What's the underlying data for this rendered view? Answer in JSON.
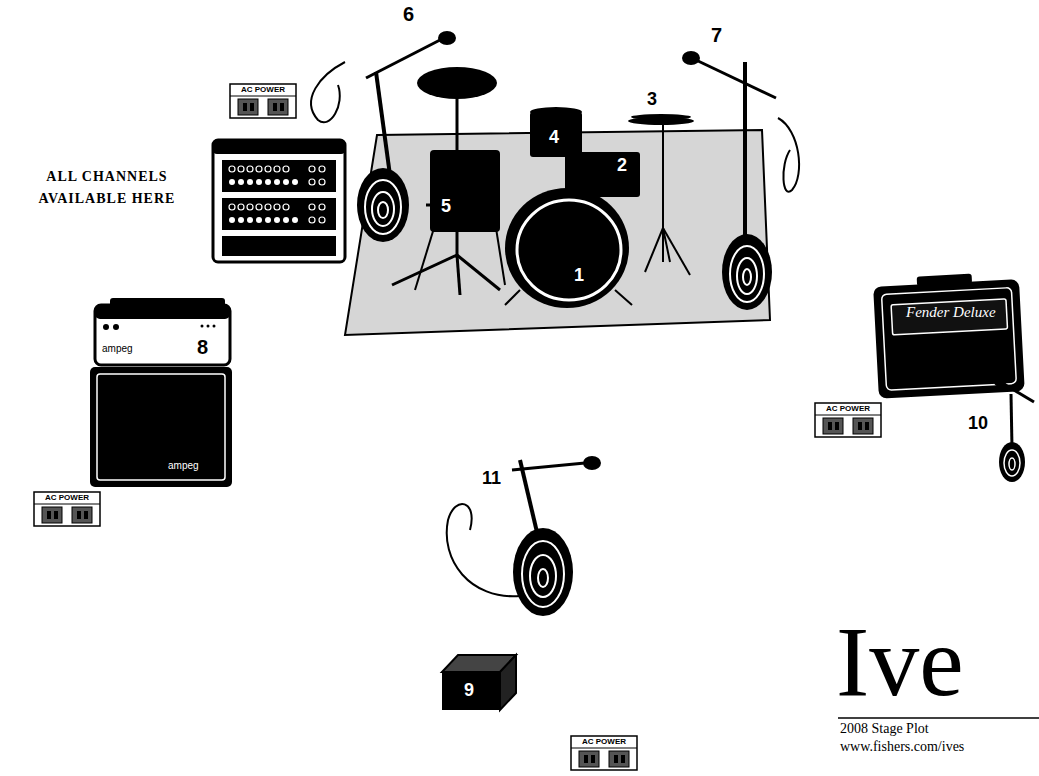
{
  "diagram": {
    "title": "Ive",
    "labels": [
      "AC POWER",
      "6",
      "7",
      "ALL CHANNELS AVAILABLE HERE",
      "4",
      "3",
      "2",
      "5",
      "1",
      "ampeg",
      "8",
      "Fender Deluxe",
      "AC POWER",
      "10",
      "ampeg",
      "AC POWER",
      "11",
      "9",
      "AC POWER",
      "2008 Stage Plot",
      "www.fishers.com/ives"
    ]
  }
}
